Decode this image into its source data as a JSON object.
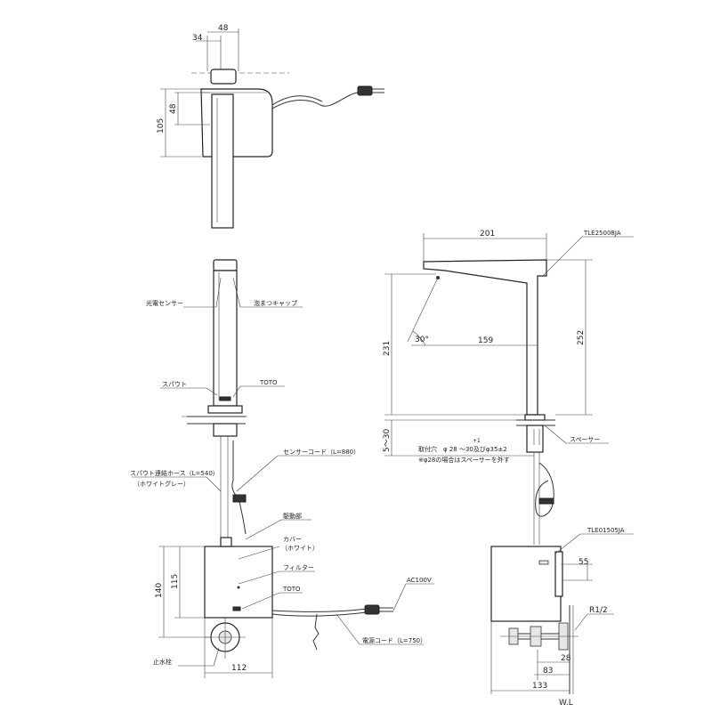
{
  "top_view": {
    "dims": {
      "d34": "34",
      "d48_top": "48",
      "d48_side": "48",
      "d105": "105"
    }
  },
  "front_view": {
    "labels": {
      "sensor": "光電センサー",
      "cap": "泡まつキャップ",
      "spout": "スパウト",
      "brand_spout": "TOTO",
      "sensor_cord": "センサーコード（L=880）",
      "hose": "スパウト連結ホース（L=540）",
      "hose_color": "（ホワイトグレー）",
      "drive": "駆動部",
      "cover": "カバー",
      "cover_color": "（ホワイト）",
      "filter": "フィルター",
      "brand_box": "TOTO",
      "power": "AC100V",
      "power_cord": "電源コード（L=750）",
      "stop_valve": "止水栓"
    },
    "dims": {
      "d140": "140",
      "d115": "115",
      "d112": "112"
    }
  },
  "side_view": {
    "labels": {
      "model_faucet": "TLE25008JA",
      "angle": "30°",
      "spacer": "スペーサー",
      "mount_hole": "取付穴　φ 28 ～30及びφ35±2",
      "mount_note": "※φ28の場合はスペーサーを外す",
      "model_unit": "TLE01505JA",
      "pipe": "R1/2",
      "wl": "W.L"
    },
    "dims": {
      "d201": "201",
      "d231": "231",
      "d252": "252",
      "d159": "159",
      "d5_30": "5～30",
      "d55": "55",
      "d83": "83",
      "d28": "28",
      "d133": "133",
      "tol": "+1"
    }
  }
}
